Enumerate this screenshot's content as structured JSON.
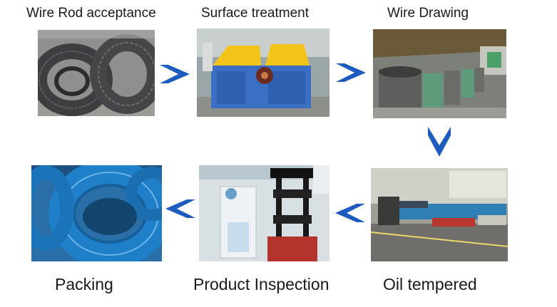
{
  "steps": [
    {
      "label": "Wire Rod acceptance",
      "photo_icon": "steel-wire-coils-image"
    },
    {
      "label": "Surface treatment",
      "photo_icon": "surface-treatment-machine-image"
    },
    {
      "label": "Wire Drawing",
      "photo_icon": "wire-drawing-line-image"
    },
    {
      "label": "Oil tempered",
      "photo_icon": "oil-tempering-line-image"
    },
    {
      "label": "Product Inspection",
      "photo_icon": "tensile-testing-machine-image"
    },
    {
      "label": "Packing",
      "photo_icon": "blue-wrapped-coils-image"
    }
  ],
  "colors": {
    "arrow": "#1e5bbf",
    "text": "#1a1a1a",
    "packing_blue": "#1f7fc8",
    "machine_blue": "#3a6fc4",
    "machine_yellow": "#f2c41a"
  }
}
